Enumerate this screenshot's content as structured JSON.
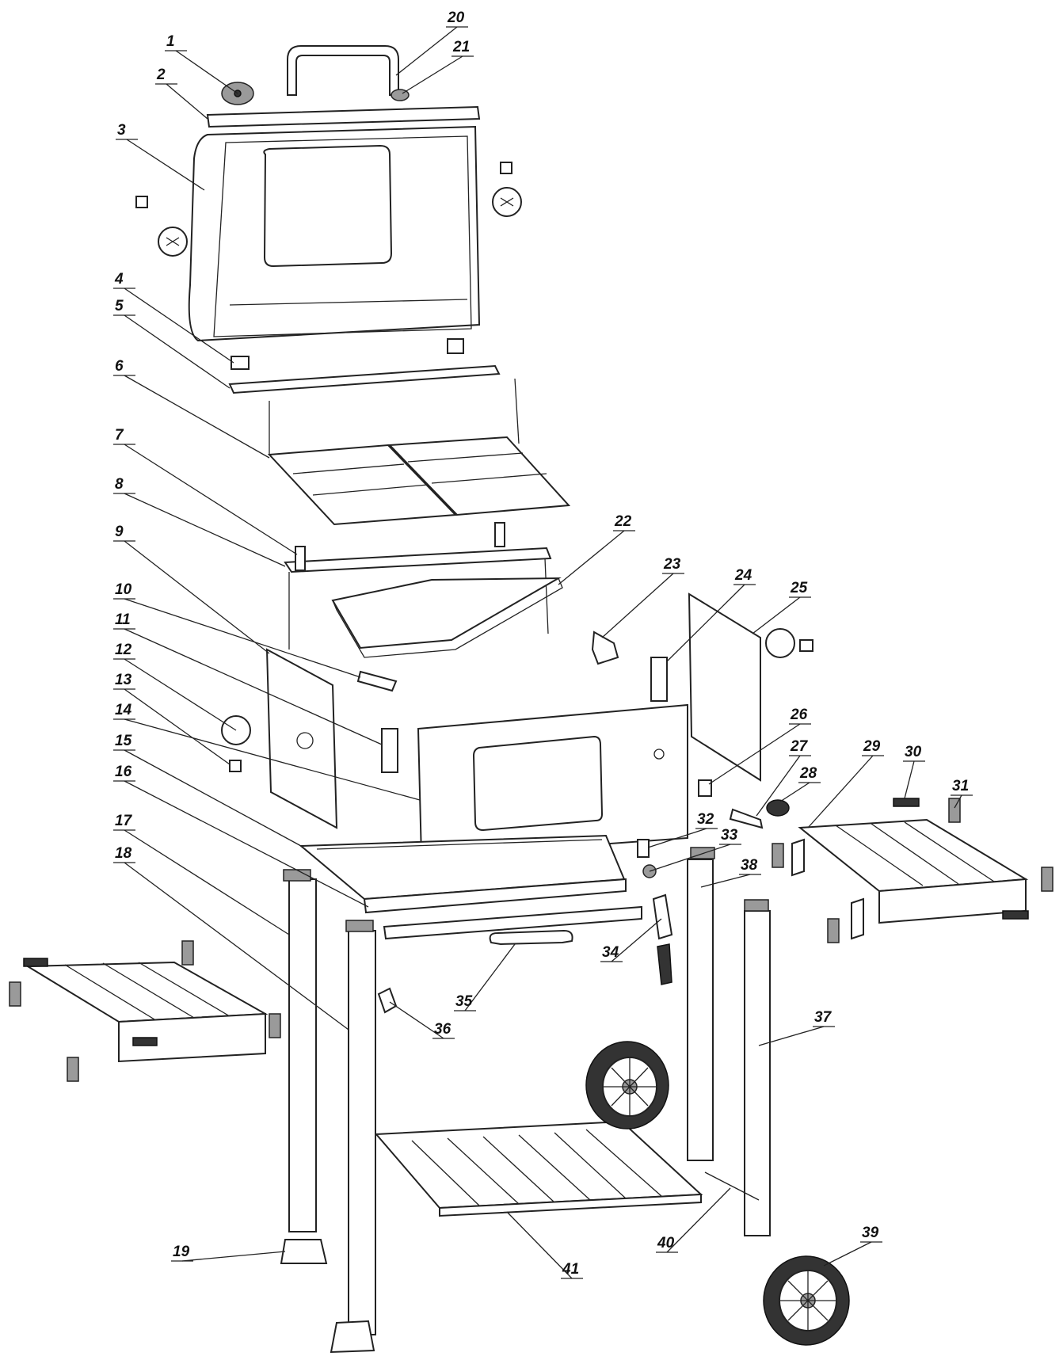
{
  "diagram": {
    "callouts": [
      {
        "num": "1"
      },
      {
        "num": "2"
      },
      {
        "num": "3"
      },
      {
        "num": "4"
      },
      {
        "num": "5"
      },
      {
        "num": "6"
      },
      {
        "num": "7"
      },
      {
        "num": "8"
      },
      {
        "num": "9"
      },
      {
        "num": "10"
      },
      {
        "num": "11"
      },
      {
        "num": "12"
      },
      {
        "num": "13"
      },
      {
        "num": "14"
      },
      {
        "num": "15"
      },
      {
        "num": "16"
      },
      {
        "num": "17"
      },
      {
        "num": "18"
      },
      {
        "num": "19"
      },
      {
        "num": "20"
      },
      {
        "num": "21"
      },
      {
        "num": "22"
      },
      {
        "num": "23"
      },
      {
        "num": "24"
      },
      {
        "num": "25"
      },
      {
        "num": "26"
      },
      {
        "num": "27"
      },
      {
        "num": "28"
      },
      {
        "num": "29"
      },
      {
        "num": "30"
      },
      {
        "num": "31"
      },
      {
        "num": "32"
      },
      {
        "num": "33"
      },
      {
        "num": "34"
      },
      {
        "num": "35"
      },
      {
        "num": "36"
      },
      {
        "num": "37"
      },
      {
        "num": "38"
      },
      {
        "num": "39"
      },
      {
        "num": "40"
      },
      {
        "num": "41"
      }
    ]
  }
}
